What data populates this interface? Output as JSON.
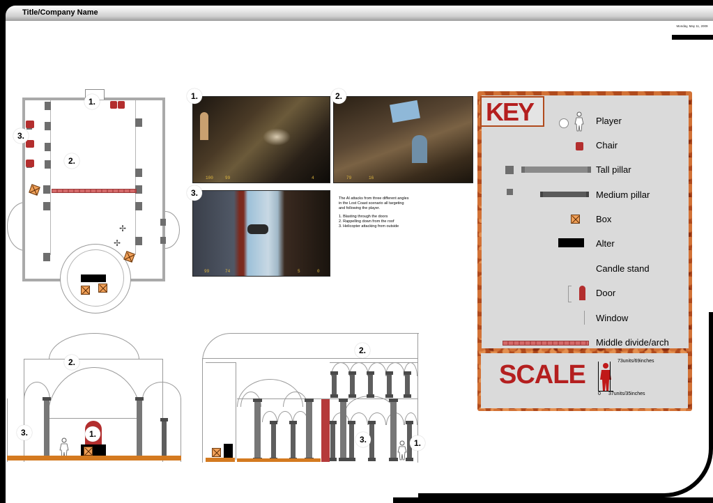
{
  "header": {
    "title": "Title/Company Name",
    "date": "Monday, May 11, 2009"
  },
  "markers": {
    "one": "1.",
    "two": "2.",
    "three": "3."
  },
  "screenshots": {
    "shot1": {
      "label": "1.",
      "hud_left": "100",
      "hud_mid": "99",
      "hud_right": "4"
    },
    "shot2": {
      "label": "2.",
      "hud_left": "79",
      "hud_right": "16"
    },
    "shot3": {
      "label": "3.",
      "hud_left": "99",
      "hud_mid": "74",
      "hud_right_a": "5",
      "hud_right_b": "0"
    }
  },
  "description": {
    "intro": "The AI attacks from three different angles in the Lost Coast scenario all targeting and following the player.",
    "items": [
      "1. Blasting through the doors",
      "2. Rappelling down from the roof",
      "3. Helicopter attacking from outside"
    ]
  },
  "key": {
    "title": "KEY",
    "items": [
      {
        "label": "Player",
        "icon": "player-icon"
      },
      {
        "label": "Chair",
        "icon": "chair-icon"
      },
      {
        "label": "Tall pillar",
        "icon": "tall-pillar-icon"
      },
      {
        "label": "Medium pillar",
        "icon": "medium-pillar-icon"
      },
      {
        "label": "Box",
        "icon": "box-icon"
      },
      {
        "label": "Alter",
        "icon": "alter-icon"
      },
      {
        "label": "Candle stand",
        "icon": "candle-stand-icon"
      },
      {
        "label": "Door",
        "icon": "door-icon"
      },
      {
        "label": "Window",
        "icon": "window-icon"
      },
      {
        "label": "Middle divide/arch",
        "icon": "divide-arch-icon"
      }
    ]
  },
  "scale": {
    "title": "SCALE",
    "height_label": "73units/69inches",
    "zero": "0",
    "width_label": "37units/35inches"
  },
  "colors": {
    "accent_red": "#b41f1f",
    "rust": "#b04a1c",
    "pillar_gray": "#6e6e6e",
    "floor_orange": "#d47a20"
  }
}
